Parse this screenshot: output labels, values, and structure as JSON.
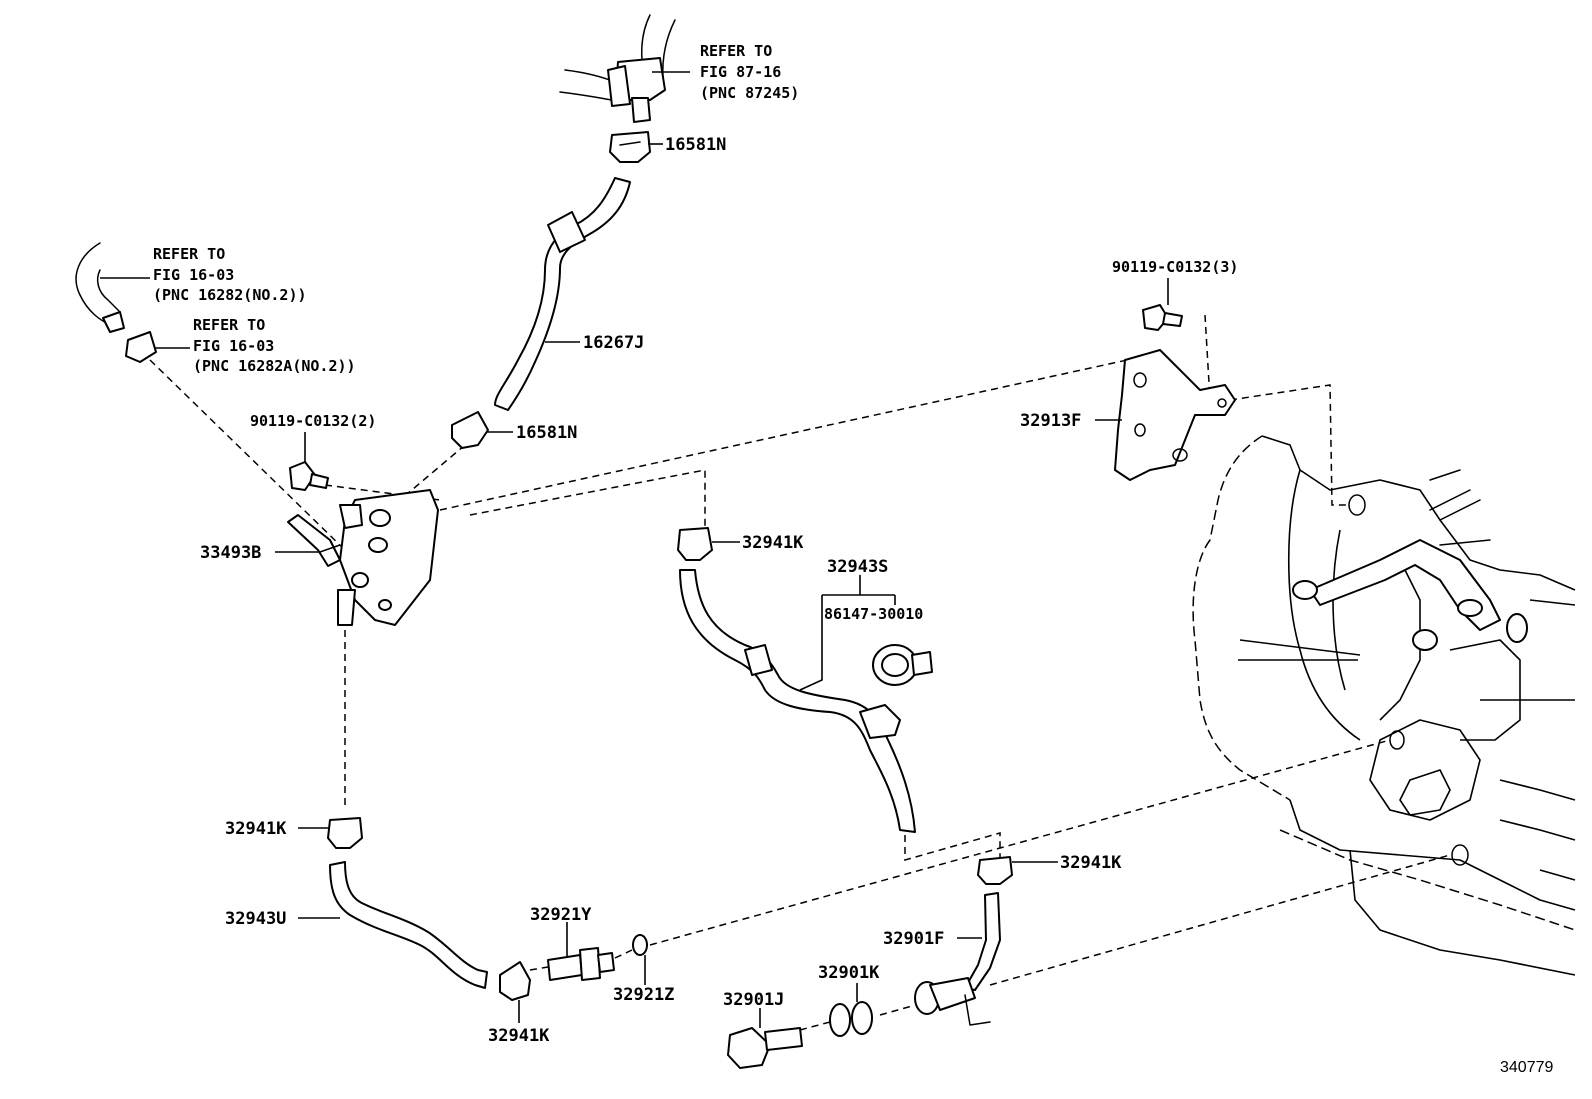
{
  "diagram_code": "340779",
  "references": {
    "fig_87_16": {
      "line1": "REFER TO",
      "line2": "FIG 87-16",
      "line3": "(PNC 87245)"
    },
    "fig_16_03_a": {
      "line1": "REFER TO",
      "line2": "FIG 16-03",
      "line3": "(PNC 16282(NO.2))"
    },
    "fig_16_03_b": {
      "line1": "REFER TO",
      "line2": "FIG 16-03",
      "line3": "(PNC 16282A(NO.2))"
    }
  },
  "parts": {
    "clamp_16581n_top": "16581N",
    "hose_16267j": "16267J",
    "clamp_16581n_mid": "16581N",
    "bolt_90119_c0132_2": "90119-C0132(2)",
    "cooler_33493b": "33493B",
    "bolt_90119_c0132_3": "90119-C0132(3)",
    "bracket_32913f": "32913F",
    "clamp_32941k_a": "32941K",
    "hose_32943s": "32943S",
    "clip_86147_30010": "86147-30010",
    "clamp_32941k_b": "32941K",
    "hose_32943u": "32943U",
    "union_32921y": "32921Y",
    "oring_32921z": "32921Z",
    "clamp_32941k_c": "32941K",
    "clamp_32941k_d": "32941K",
    "pipe_32901f": "32901F",
    "gasket_32901k": "32901K",
    "bolt_32901j": "32901J"
  }
}
